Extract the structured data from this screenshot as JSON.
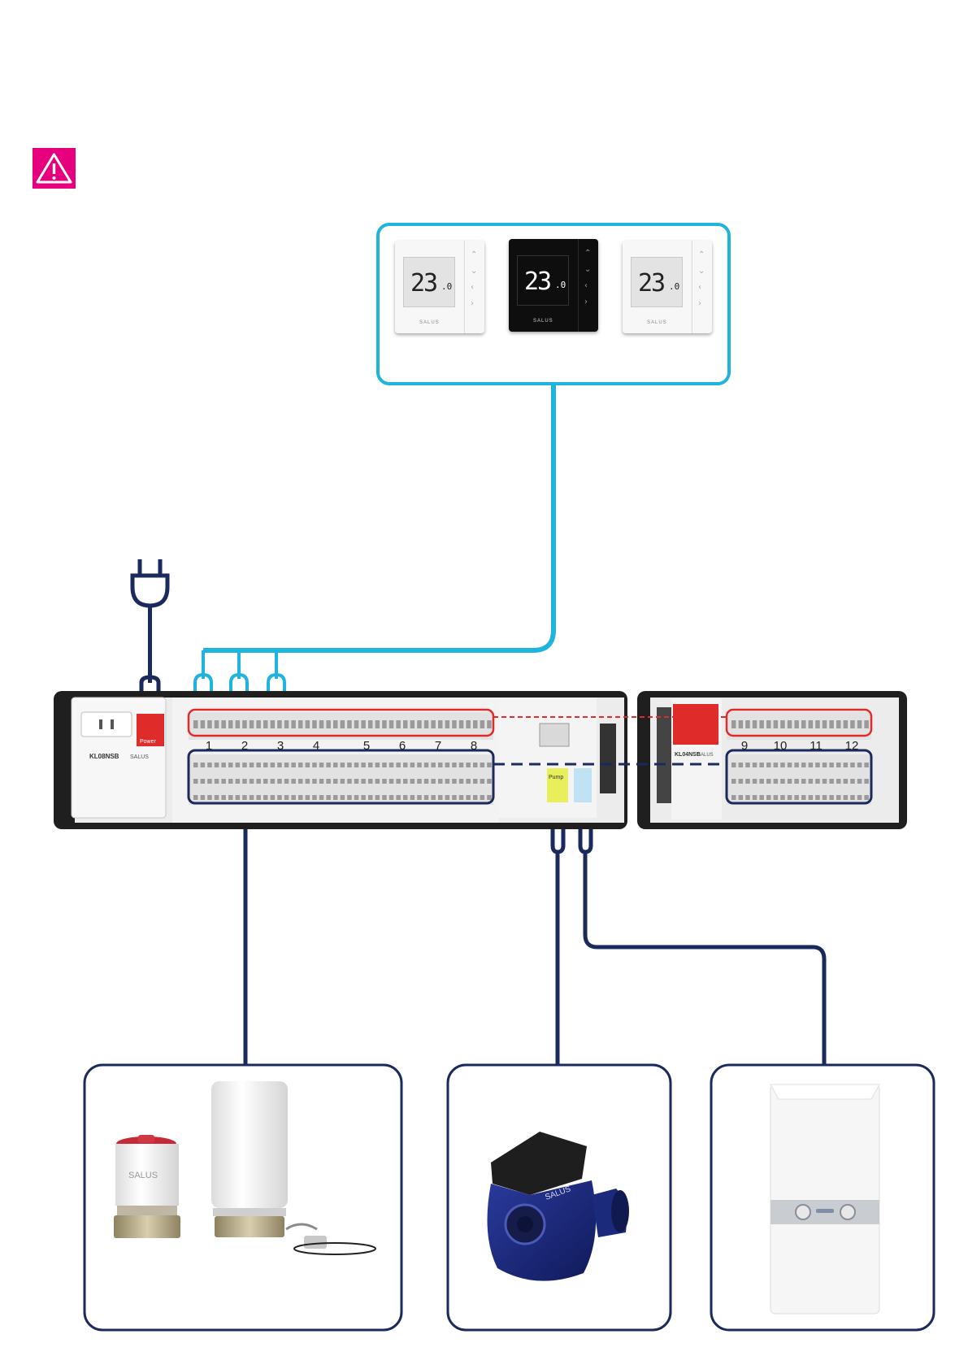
{
  "colors": {
    "light_blue": "#1fb3e0",
    "navy": "#1b2a5c",
    "red": "#e02b2b",
    "magenta": "#e6007e",
    "pump_yellow": "#e8ef5a",
    "boiler_blue": "#bfe3f4"
  },
  "warning": {
    "icon": "warning-triangle-icon"
  },
  "thermostats": [
    {
      "name": "thermostat-white-left",
      "temp": "23",
      "decimal": ".0",
      "brand": "SALUS",
      "color": "white"
    },
    {
      "name": "thermostat-black-center",
      "temp": "23",
      "decimal": ".0",
      "brand": "SALUS",
      "color": "black"
    },
    {
      "name": "thermostat-white-right",
      "temp": "23",
      "decimal": ".0",
      "brand": "SALUS",
      "color": "white"
    }
  ],
  "power_plug": {
    "icon": "power-plug-icon"
  },
  "controller": {
    "model": "KL08NSB",
    "brand": "SALUS",
    "power_label": "Power",
    "pump_label": "Pump",
    "zones": [
      "1",
      "2",
      "3",
      "4",
      "5",
      "6",
      "7",
      "8"
    ]
  },
  "extension": {
    "model": "KL04NSB",
    "brand": "SALUS",
    "zones": [
      "9",
      "10",
      "11",
      "12"
    ]
  },
  "devices": {
    "actuators": {
      "icon": "actuator-icon",
      "brand": "SALUS"
    },
    "pump": {
      "icon": "pump-icon",
      "brand": "SALUS"
    },
    "boiler": {
      "icon": "boiler-icon"
    }
  }
}
